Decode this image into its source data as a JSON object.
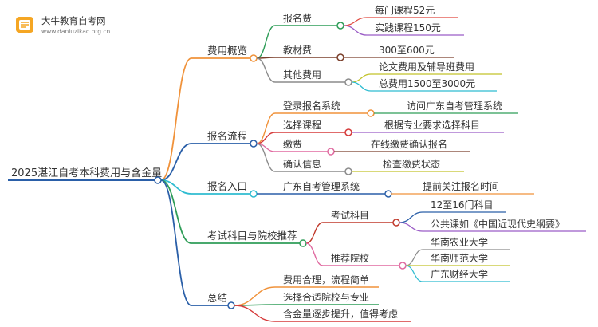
{
  "logo": {
    "title": "大牛教育自考网",
    "url": "www.daniuzikao.org.cn"
  },
  "root": {
    "label": "2025湛江自考本科费用与含金量"
  },
  "branches": [
    {
      "key": "overview",
      "label": "费用概览",
      "color": "#f0923a",
      "children": [
        {
          "key": "enroll-fee",
          "label": "报名费",
          "color": "#2f9d58",
          "children": [
            {
              "key": "per-course",
              "label": "每门课程52元",
              "color": "#e0463c"
            },
            {
              "key": "practice",
              "label": "实践课程150元",
              "color": "#9a5cc6"
            }
          ]
        },
        {
          "key": "textbook",
          "label": "教材费",
          "color": "#7a3e2a",
          "children": [
            {
              "key": "textbook-range",
              "label": "300至600元",
              "color": "#7a3e2a"
            }
          ]
        },
        {
          "key": "other",
          "label": "其他费用",
          "color": "#8c8c8c",
          "children": [
            {
              "key": "thesis",
              "label": "论文费用及辅导班费用",
              "color": "#c2c229"
            },
            {
              "key": "total",
              "label": "总费用1500至3000元",
              "color": "#2fbcd1"
            }
          ]
        }
      ]
    },
    {
      "key": "process",
      "label": "报名流程",
      "color": "#2a5fa8",
      "children": [
        {
          "key": "login",
          "label": "登录报名系统",
          "color": "#f0923a",
          "children": [
            {
              "key": "login-detail",
              "label": "访问广东自考管理系统",
              "color": "#2f9d58"
            }
          ]
        },
        {
          "key": "select",
          "label": "选择课程",
          "color": "#d63a3a",
          "children": [
            {
              "key": "select-detail",
              "label": "根据专业要求选择科目",
              "color": "#9a5cc6"
            }
          ]
        },
        {
          "key": "pay",
          "label": "缴费",
          "color": "#e06aa0",
          "children": [
            {
              "key": "pay-detail",
              "label": "在线缴费确认报名",
              "color": "#7a3e2a"
            }
          ]
        },
        {
          "key": "confirm",
          "label": "确认信息",
          "color": "#8c8c8c",
          "children": [
            {
              "key": "confirm-detail",
              "label": "检查缴费状态",
              "color": "#c2c229"
            }
          ]
        }
      ]
    },
    {
      "key": "entry",
      "label": "报名入口",
      "color": "#2fbcd1",
      "children": [
        {
          "key": "system",
          "label": "广东自考管理系统",
          "color": "#2a5fa8",
          "children": [
            {
              "key": "system-detail",
              "label": "提前关注报名时间",
              "color": "#f0923a"
            }
          ]
        }
      ]
    },
    {
      "key": "subjects",
      "label": "考试科目与院校推荐",
      "color": "#2f9d58",
      "children": [
        {
          "key": "exam",
          "label": "考试科目",
          "color": "#c0392b",
          "children": [
            {
              "key": "exam-count",
              "label": "12至16门科目",
              "color": "#2a5fa8"
            },
            {
              "key": "exam-public",
              "label": "公共课如《中国近现代史纲要》",
              "color": "#9a5cc6"
            }
          ]
        },
        {
          "key": "schools",
          "label": "推荐院校",
          "color": "#e06aa0",
          "children": [
            {
              "key": "school-1",
              "label": "华南农业大学",
              "color": "#8c8c8c"
            },
            {
              "key": "school-2",
              "label": "华南师范大学",
              "color": "#c2c229"
            },
            {
              "key": "school-3",
              "label": "广东财经大学",
              "color": "#2fbcd1"
            }
          ]
        }
      ]
    },
    {
      "key": "summary",
      "label": "总结",
      "color": "#2a5fa8",
      "children": [
        {
          "key": "sum-1",
          "label": "费用合理，流程简单",
          "color": "#f0923a"
        },
        {
          "key": "sum-2",
          "label": "选择合适院校与专业",
          "color": "#2f9d58"
        },
        {
          "key": "sum-3",
          "label": "含金量逐步提升，值得考虑",
          "color": "#d63a3a"
        }
      ]
    }
  ]
}
